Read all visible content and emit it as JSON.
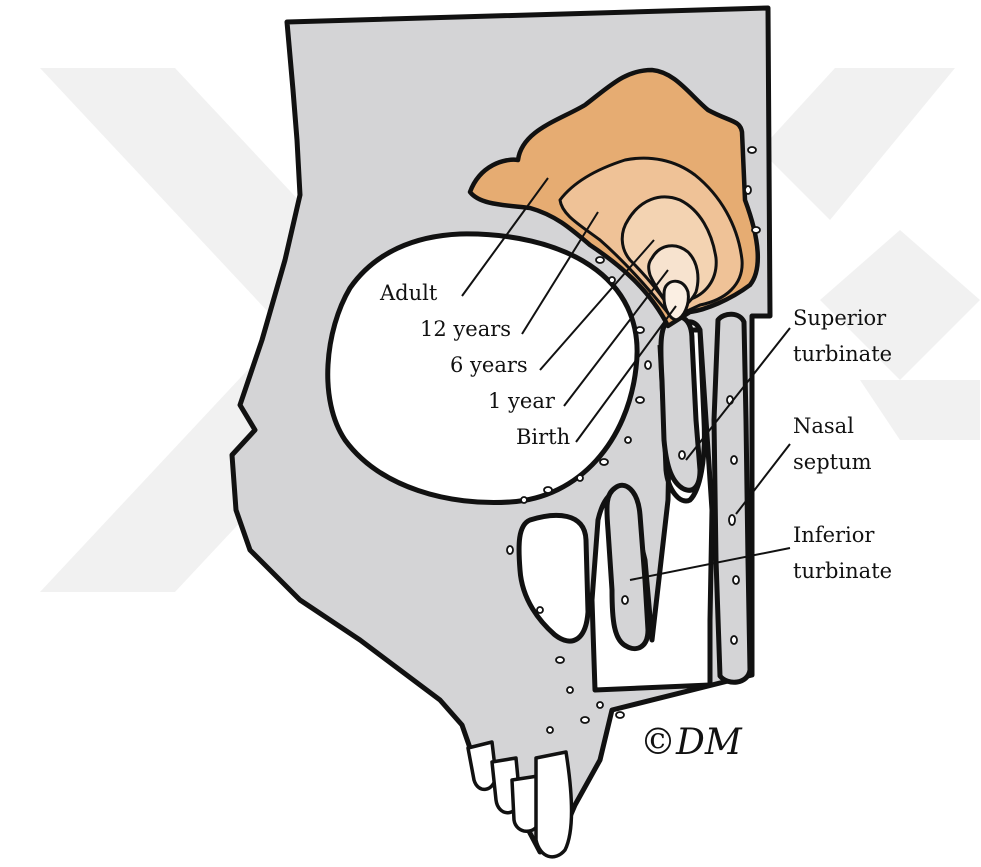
{
  "colors": {
    "bone": "#d4d4d6",
    "outline": "#111111",
    "sinus_adult": "#e6ac72",
    "sinus_12_years": "#efc297",
    "sinus_6_years": "#f3d3b2",
    "sinus_1_year": "#f7e3cf",
    "sinus_birth": "#fbefe3",
    "watermark": "#f0f0f0"
  },
  "labels": {
    "adult": "Adult",
    "twelve_years": "12 years",
    "six_years": "6 years",
    "one_year": "1 year",
    "birth": "Birth",
    "superior_turbinate_line1": "Superior",
    "superior_turbinate_line2": "turbinate",
    "nasal_septum_line1": "Nasal",
    "nasal_septum_line2": "septum",
    "inferior_turbinate_line1": "Inferior",
    "inferior_turbinate_line2": "turbinate"
  },
  "signature": "©DM"
}
